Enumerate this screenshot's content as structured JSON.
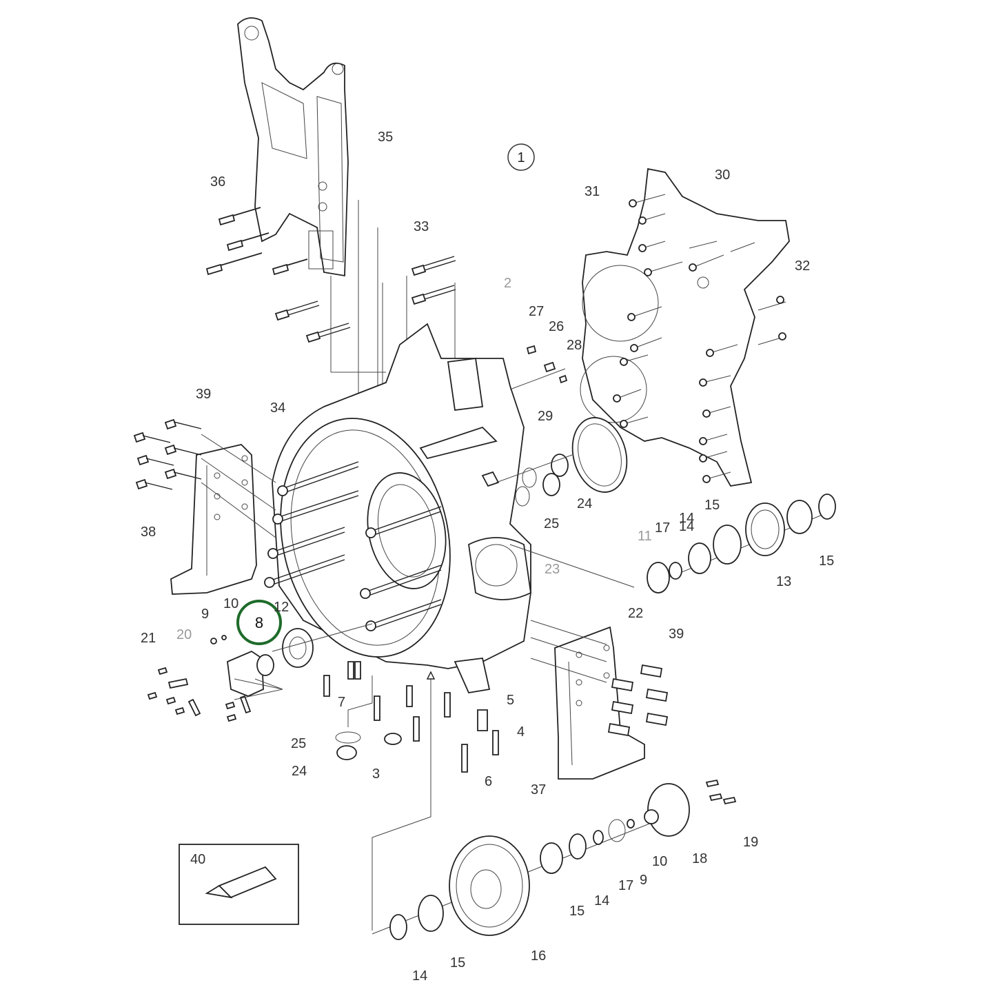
{
  "diagram": {
    "group_marker": "1",
    "highlighted_label": "8",
    "highlight_color": "#1e6b2a",
    "inset_label": "40",
    "labels": [
      {
        "text": "35",
        "grey": false
      },
      {
        "text": "36",
        "grey": false
      },
      {
        "text": "33",
        "grey": false
      },
      {
        "text": "2",
        "grey": true
      },
      {
        "text": "27",
        "grey": false
      },
      {
        "text": "26",
        "grey": false
      },
      {
        "text": "28",
        "grey": false
      },
      {
        "text": "31",
        "grey": false
      },
      {
        "text": "30",
        "grey": false
      },
      {
        "text": "32",
        "grey": false
      },
      {
        "text": "39",
        "grey": false
      },
      {
        "text": "34",
        "grey": false
      },
      {
        "text": "29",
        "grey": false
      },
      {
        "text": "24",
        "grey": false
      },
      {
        "text": "25",
        "grey": false
      },
      {
        "text": "38",
        "grey": false
      },
      {
        "text": "15",
        "grey": false
      },
      {
        "text": "14",
        "grey": false
      },
      {
        "text": "17",
        "grey": false
      },
      {
        "text": "11",
        "grey": true
      },
      {
        "text": "14",
        "grey": false
      },
      {
        "text": "15",
        "grey": false
      },
      {
        "text": "13",
        "grey": false
      },
      {
        "text": "23",
        "grey": true
      },
      {
        "text": "22",
        "grey": false
      },
      {
        "text": "9",
        "grey": false
      },
      {
        "text": "10",
        "grey": false
      },
      {
        "text": "12",
        "grey": false
      },
      {
        "text": "21",
        "grey": false
      },
      {
        "text": "20",
        "grey": true
      },
      {
        "text": "39",
        "grey": false
      },
      {
        "text": "7",
        "grey": false
      },
      {
        "text": "5",
        "grey": false
      },
      {
        "text": "4",
        "grey": false
      },
      {
        "text": "25",
        "grey": false
      },
      {
        "text": "24",
        "grey": false
      },
      {
        "text": "3",
        "grey": false
      },
      {
        "text": "6",
        "grey": false
      },
      {
        "text": "37",
        "grey": false
      },
      {
        "text": "19",
        "grey": false
      },
      {
        "text": "18",
        "grey": false
      },
      {
        "text": "10",
        "grey": false
      },
      {
        "text": "9",
        "grey": false
      },
      {
        "text": "17",
        "grey": false
      },
      {
        "text": "14",
        "grey": false
      },
      {
        "text": "15",
        "grey": false
      },
      {
        "text": "16",
        "grey": false
      },
      {
        "text": "15",
        "grey": false
      },
      {
        "text": "14",
        "grey": false
      }
    ]
  }
}
